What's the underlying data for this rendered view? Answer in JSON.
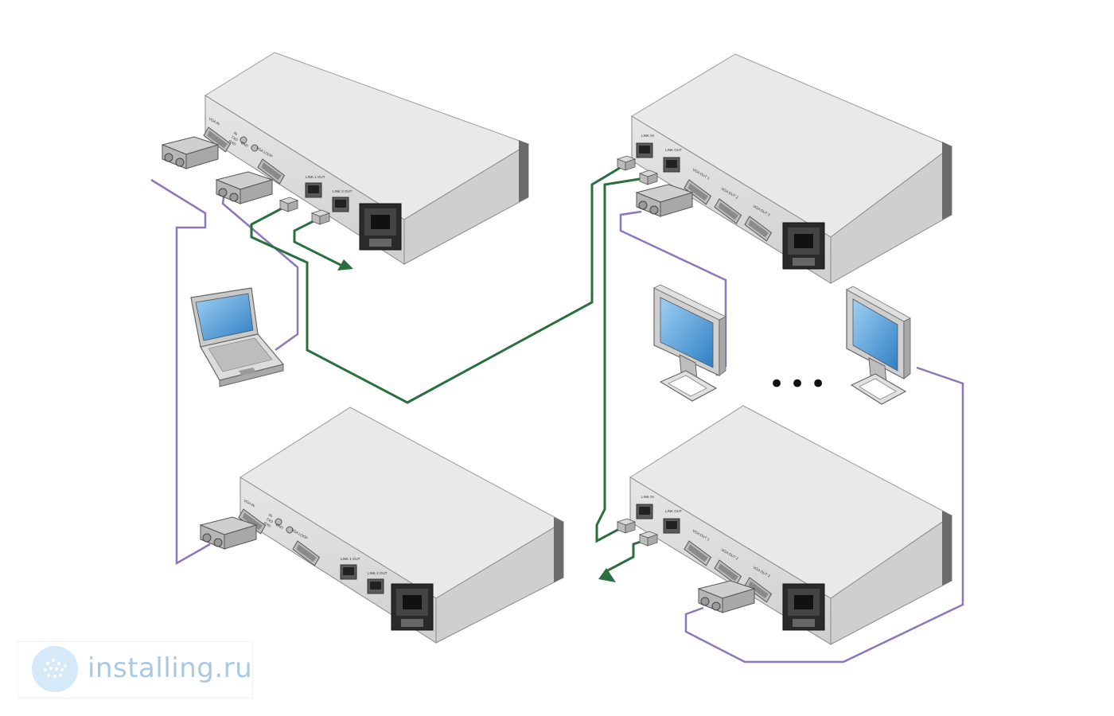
{
  "colors": {
    "hdmi_cable": "#8d77b9",
    "link_cable": "#2b6f3f",
    "device_body": "#dddddd",
    "device_top": "#e9e9e9",
    "screen": "#4e9ad6",
    "watermark": "#a9c9e3"
  },
  "devices": {
    "transmitter_top": {
      "labels": [
        "VGA IN",
        "IN",
        "TXD",
        "RXD",
        "GND",
        "VGA LOOP",
        "LINK 1 OUT",
        "LINK 2 OUT"
      ]
    },
    "transmitter_bottom": {
      "labels": [
        "VGA IN",
        "IN",
        "TXD",
        "RXD",
        "GND",
        "VGA LOOP",
        "LINK 1 OUT",
        "LINK 2 OUT"
      ]
    },
    "receiver_top": {
      "labels": [
        "LINK IN",
        "LINK OUT",
        "VGA OUT 1",
        "VGA OUT 2",
        "VGA OUT 3"
      ]
    },
    "receiver_bottom": {
      "labels": [
        "LINK IN",
        "LINK OUT",
        "VGA OUT 1",
        "VGA OUT 2",
        "VGA OUT 3"
      ]
    }
  },
  "icons": [
    "laptop-icon",
    "monitor-icon",
    "vga-connector-icon",
    "rj45-connector-icon",
    "power-socket-icon",
    "arrow-icon",
    "ellipsis-icon"
  ],
  "ellipsis": "•••",
  "watermark": {
    "text": "installing.ru"
  }
}
